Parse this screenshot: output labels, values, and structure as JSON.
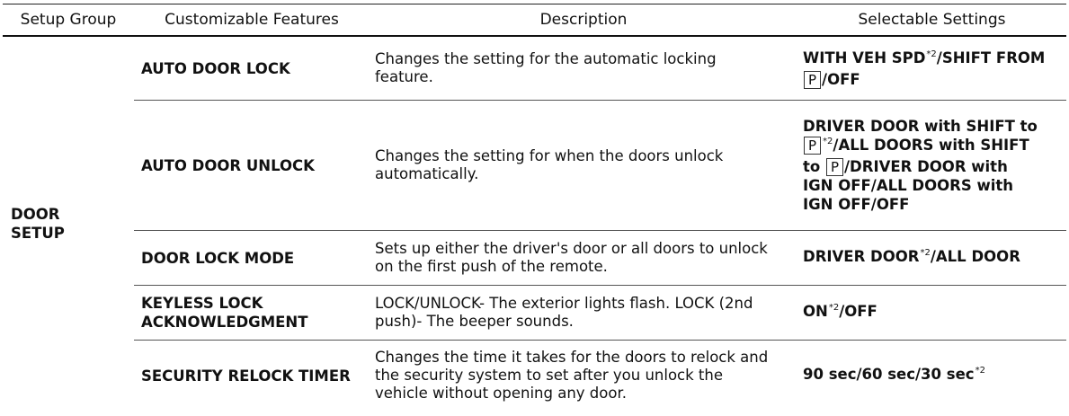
{
  "headers": {
    "group": "Setup Group",
    "feature": "Customizable Features",
    "description": "Description",
    "settings": "Selectable Settings"
  },
  "group": {
    "line1": "DOOR",
    "line2": "SETUP"
  },
  "rows": [
    {
      "feature": [
        "AUTO DOOR LOCK"
      ],
      "description": [
        "Changes the setting for the automatic locking",
        "feature."
      ],
      "settings": {
        "a": "WITH VEH SPD",
        "a_sup": "*2",
        "b": "/SHIFT FROM",
        "p": "P",
        "c": "/OFF"
      }
    },
    {
      "feature": [
        "AUTO DOOR UNLOCK"
      ],
      "description": [
        "Changes the setting for when the doors unlock",
        "automatically."
      ],
      "settings": {
        "l1": "DRIVER DOOR with SHIFT to",
        "p1": "P",
        "sup1": "*2",
        "l2": "/ALL DOORS with SHIFT",
        "l3a": "to",
        "p2": "P",
        "l3b": "/DRIVER DOOR with",
        "l4": "IGN OFF/ALL DOORS with",
        "l5": "IGN OFF/OFF"
      }
    },
    {
      "feature": [
        "DOOR LOCK MODE"
      ],
      "description": [
        "Sets up either the driver's door or all doors to unlock",
        "on the first push of the remote."
      ],
      "settings": {
        "a": "DRIVER DOOR",
        "a_sup": "*2",
        "b": "/ALL DOOR"
      }
    },
    {
      "feature": [
        "KEYLESS LOCK",
        "ACKNOWLEDGMENT"
      ],
      "description": [
        "LOCK/UNLOCK- The exterior lights flash. LOCK (2nd",
        "push)- The beeper sounds."
      ],
      "settings": {
        "a": "ON",
        "a_sup": "*2",
        "b": "/OFF"
      }
    },
    {
      "feature": [
        "SECURITY RELOCK TIMER"
      ],
      "description": [
        "Changes the time it takes for the doors to relock and",
        "the security system to set after you unlock the",
        "vehicle without opening any door."
      ],
      "settings": {
        "a": "90 sec/60 sec/30 sec",
        "a_sup": "*2"
      }
    }
  ]
}
